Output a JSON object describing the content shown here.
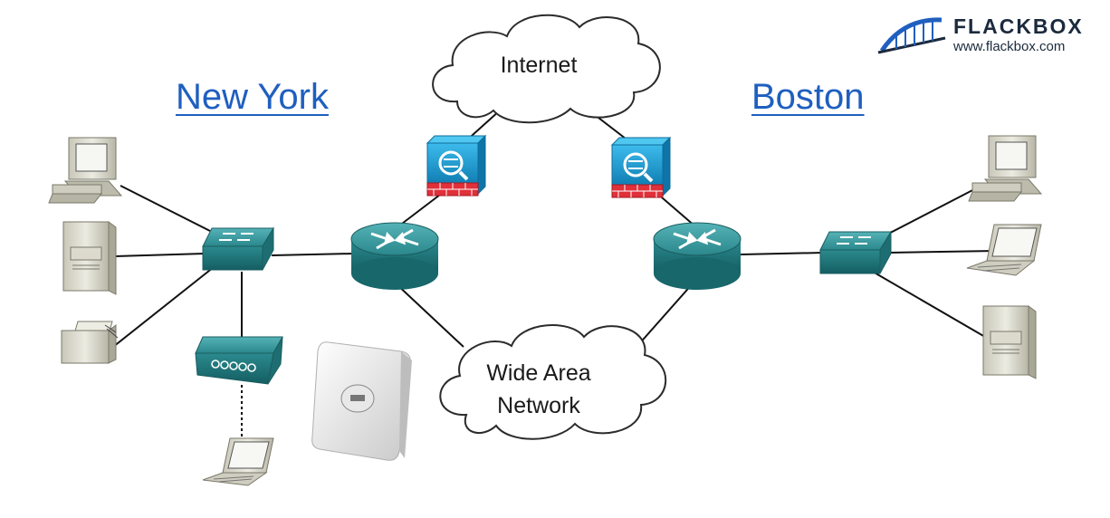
{
  "diagram": {
    "sites": {
      "new_york": "New York",
      "boston": "Boston"
    },
    "clouds": {
      "internet": "Internet",
      "wan_line1": "Wide Area",
      "wan_line2": "Network"
    },
    "logo": {
      "name": "FLACKBOX",
      "url": "www.flackbox.com"
    },
    "icons": {
      "pc": "desktop-pc-icon",
      "server": "server-icon",
      "printer": "printer-icon",
      "laptop": "laptop-icon",
      "switch": "switch-icon",
      "router": "router-icon",
      "firewall": "firewall-icon",
      "access_point": "access-point-icon",
      "wireless_controller": "wireless-controller-icon"
    },
    "colors": {
      "title_link": "#1f5fbf",
      "cisco_teal": "#2e8b8f",
      "firewall_blue": "#1aa0d8",
      "firewall_brick": "#e0303a",
      "beige_device": "#d8d6c8"
    }
  }
}
